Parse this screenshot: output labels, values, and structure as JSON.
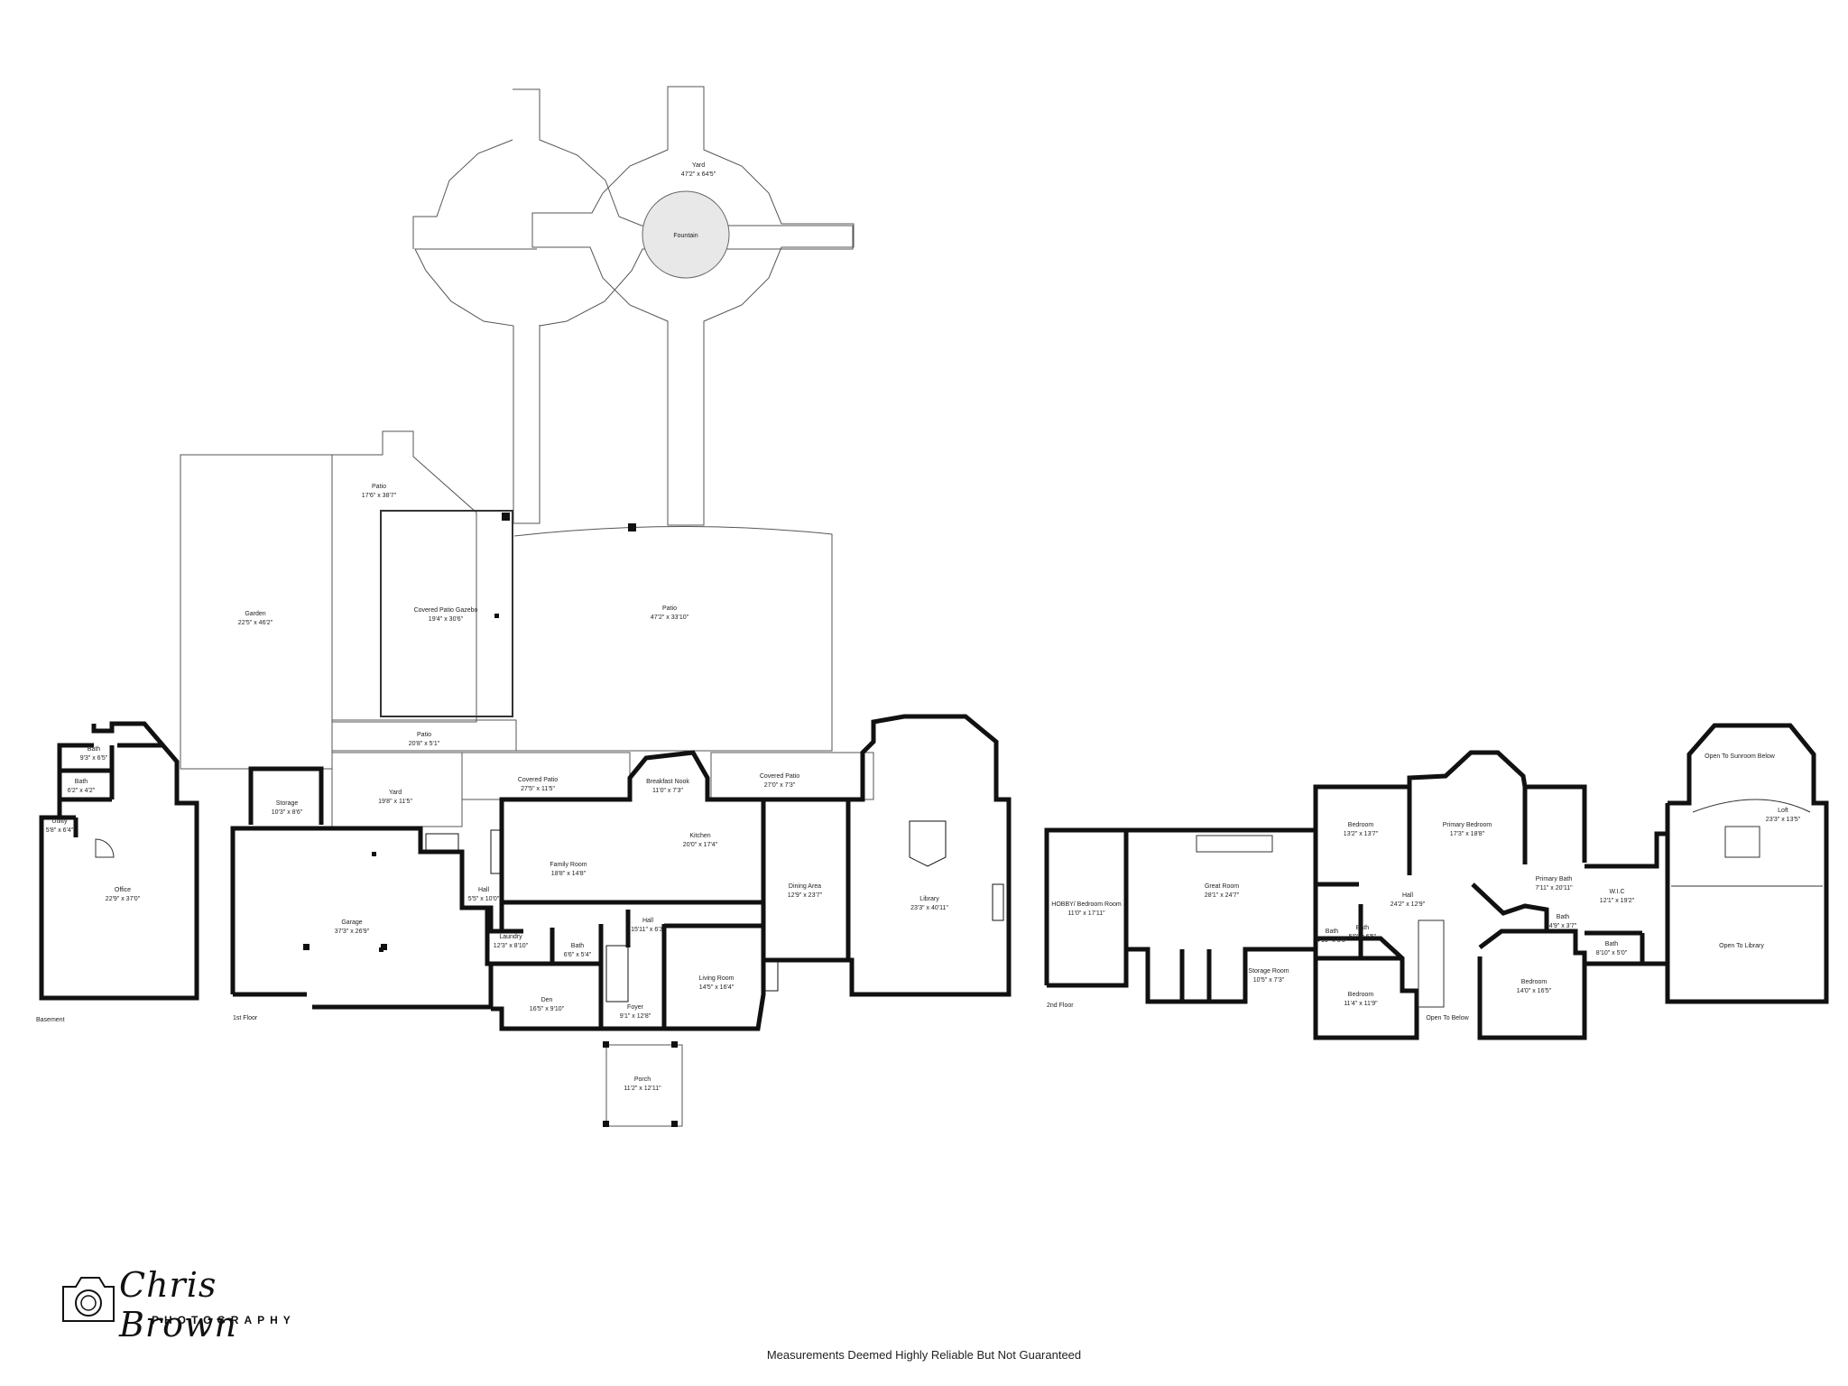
{
  "floors": {
    "basement": "Basement",
    "first": "1st Floor",
    "second": "2nd Floor"
  },
  "rooms": {
    "yard_top": {
      "name": "Yard",
      "dims": "47'2\" x 64'5\""
    },
    "fountain": {
      "name": "Fountain"
    },
    "patio_left": {
      "name": "Patio",
      "dims": "17'6\" x 38'7\""
    },
    "garden": {
      "name": "Garden",
      "dims": "22'5\" x 46'2\""
    },
    "gazebo": {
      "name": "Covered Patio Gazebo",
      "dims": "19'4\" x 30'6\""
    },
    "patio_big": {
      "name": "Patio",
      "dims": "47'2\" x 33'10\""
    },
    "patio_strip": {
      "name": "Patio",
      "dims": "20'8\" x 5'1\""
    },
    "yard_small": {
      "name": "Yard",
      "dims": "19'8\" x 11'5\""
    },
    "storage": {
      "name": "Storage",
      "dims": "10'3\" x 8'6\""
    },
    "covered_patio_1": {
      "name": "Covered Patio",
      "dims": "27'5\" x 11'5\""
    },
    "breakfast": {
      "name": "Breakfast Nook",
      "dims": "11'0\" x 7'3\""
    },
    "covered_patio_2": {
      "name": "Covered Patio",
      "dims": "27'0\" x 7'3\""
    },
    "kitchen": {
      "name": "Kitchen",
      "dims": "20'0\" x 17'4\""
    },
    "family": {
      "name": "Family Room",
      "dims": "18'8\" x 14'8\""
    },
    "dining": {
      "name": "Dining Area",
      "dims": "12'9\" x 23'7\""
    },
    "library": {
      "name": "Library",
      "dims": "23'3\" x 40'11\""
    },
    "garage": {
      "name": "Garage",
      "dims": "37'3\" x 26'9\""
    },
    "hall_small": {
      "name": "Hall",
      "dims": "5'5\" x 10'0\""
    },
    "laundry": {
      "name": "Laundry",
      "dims": "12'3\" x 8'10\""
    },
    "hall_1": {
      "name": "Hall",
      "dims": "15'11\" x 6'3\""
    },
    "bath_1": {
      "name": "Bath",
      "dims": "6'6\" x 5'4\""
    },
    "den": {
      "name": "Den",
      "dims": "16'5\" x 9'10\""
    },
    "foyer": {
      "name": "Foyer",
      "dims": "9'1\" x 12'8\""
    },
    "living": {
      "name": "Living Room",
      "dims": "14'5\" x 16'4\""
    },
    "porch": {
      "name": "Porch",
      "dims": "11'2\" x 12'11\""
    },
    "b_bath_1": {
      "name": "Bath",
      "dims": "9'3\" x 6'5\""
    },
    "b_bath_2": {
      "name": "Bath",
      "dims": "6'2\" x 4'2\""
    },
    "utility": {
      "name": "Utility",
      "dims": "5'8\" x 6'4\""
    },
    "office": {
      "name": "Office",
      "dims": "22'9\" x 37'0\""
    },
    "hobby": {
      "name": "HOBBY/ Bedroom Room",
      "dims": "11'0\" x 17'11\""
    },
    "great": {
      "name": "Great Room",
      "dims": "28'1\" x 24'7\""
    },
    "storage_room": {
      "name": "Storage Room",
      "dims": "10'5\" x 7'3\""
    },
    "bedroom_1": {
      "name": "Bedroom",
      "dims": "13'2\" x 13'7\""
    },
    "primary_bed": {
      "name": "Primary Bedroom",
      "dims": "17'3\" x 18'8\""
    },
    "primary_bath": {
      "name": "Primary Bath",
      "dims": "7'11\" x 20'11\""
    },
    "hall_2": {
      "name": "Hall",
      "dims": "24'2\" x 12'9\""
    },
    "bath_2a": {
      "name": "Bath",
      "dims": "4'10\" x 6'5\""
    },
    "bath_2b": {
      "name": "Bath",
      "dims": "5'0\" x 6'5\""
    },
    "bath_2c": {
      "name": "Bath",
      "dims": "4'9\" x 3'7\""
    },
    "bath_2d": {
      "name": "Bath",
      "dims": "8'10\" x 5'0\""
    },
    "wic": {
      "name": "W.I.C",
      "dims": "12'1\" x 19'2\""
    },
    "bedroom_2": {
      "name": "Bedroom",
      "dims": "11'4\" x 11'9\""
    },
    "bedroom_3": {
      "name": "Bedroom",
      "dims": "14'0\" x 16'5\""
    },
    "open_below": {
      "name": "Open To Below"
    },
    "open_sunroom": {
      "name": "Open To Sunroom Below"
    },
    "loft": {
      "name": "Loft",
      "dims": "23'3\" x 13'5\""
    },
    "open_library": {
      "name": "Open To Library"
    }
  },
  "logo": {
    "script": "Chris Brown",
    "sub": "PHOTOGRAPHY"
  },
  "disclaimer": "Measurements Deemed Highly Reliable But Not Guaranteed"
}
